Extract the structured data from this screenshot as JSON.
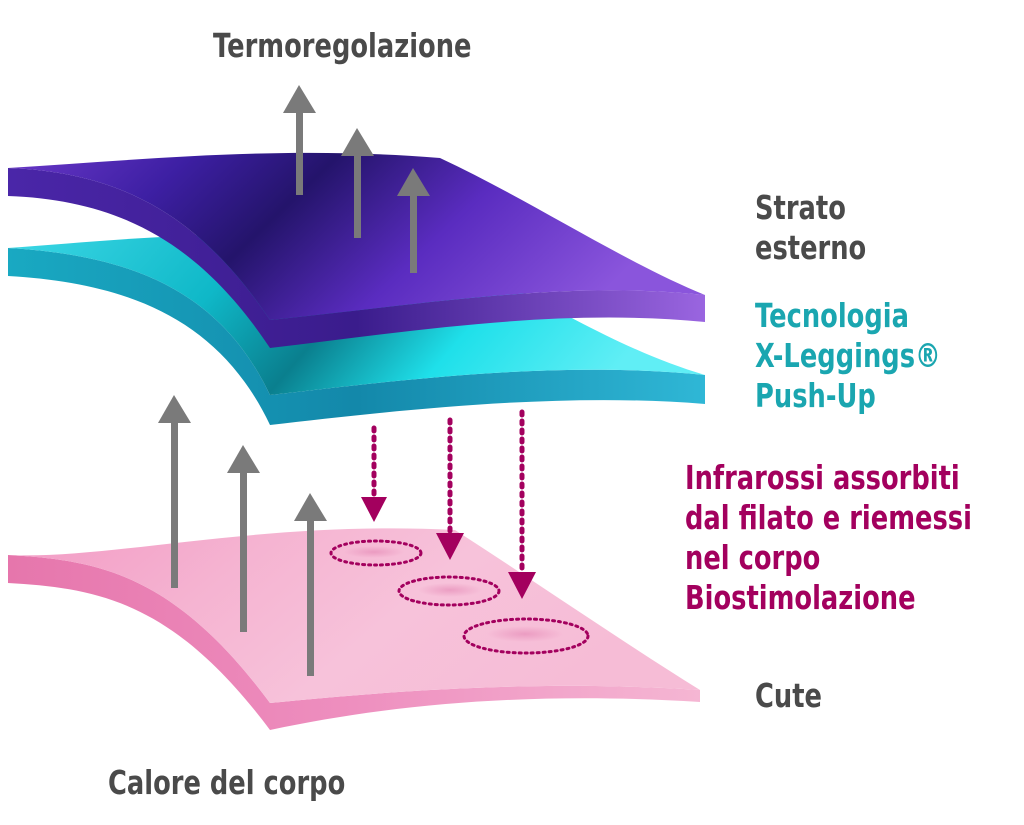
{
  "labels": {
    "thermoregulation": "Termoregolazione",
    "outer_layer": [
      "Strato",
      "esterno"
    ],
    "technology": [
      "Tecnologia",
      "X-Leggings®",
      "Push-Up"
    ],
    "infrared": [
      "Infrarossi assorbiti",
      "dal filato e riemessi",
      "nel corpo",
      "Biostimolazione"
    ],
    "skin": "Cute",
    "body_heat": "Calore del corpo"
  },
  "colors": {
    "text_gray": "#4a4a4a",
    "accent_teal": "#1aa6b0",
    "accent_magenta": "#a3005e",
    "arrow_gray": "#7a7a7a",
    "layer_outer": "#3d1f9c",
    "layer_tech": "#12c9d6",
    "layer_skin": "#f3a4c8"
  }
}
